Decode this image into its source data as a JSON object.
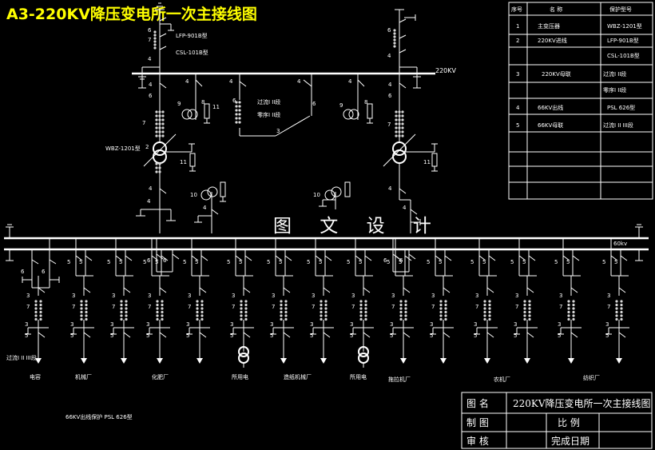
{
  "title": "A3-220KV降压变电所一次主接线图",
  "watermark": "图 文 设 计",
  "bus": {
    "hv_label": "220KV",
    "lv_label": "60kv"
  },
  "upper": {
    "lfp": "LFP-901B型",
    "csl": "CSL-101B型",
    "overcurrent": "过流I II段",
    "backup": "零序I II段",
    "wbz": "WBZ-1201型"
  },
  "left_note": "过流I II III段",
  "bottom_note": "66KV出线保护 PSL 626型",
  "feeders": [
    "电容",
    "机械厂",
    "化肥厂",
    "所用电",
    "造纸机械厂",
    "所用电",
    "拖拉机厂",
    "农机厂",
    "纺织厂"
  ],
  "table": {
    "headers": [
      "序号",
      "名 称",
      "保护型号"
    ],
    "rows": [
      [
        "1",
        "主变压器",
        "WBZ-1201型"
      ],
      [
        "2",
        "220KV进线",
        "LFP-901B型"
      ],
      [
        "",
        "",
        "CSL-101B型"
      ],
      [
        "3",
        "220KV母联",
        "过流I II段"
      ],
      [
        "",
        "",
        "零序I II段"
      ],
      [
        "4",
        "66KV出线",
        "PSL 626型"
      ],
      [
        "5",
        "66KV母联",
        "过流I II III段"
      ]
    ]
  },
  "titleblock": {
    "l1": "图 名",
    "v1": "220KV降压变电所一次主接线图",
    "l2": "制 图",
    "l3": "审 核",
    "r2": "比 例",
    "r3": "完成日期"
  },
  "numbers": [
    "1",
    "2",
    "3",
    "4",
    "5",
    "6",
    "7",
    "8",
    "9",
    "10",
    "11"
  ]
}
